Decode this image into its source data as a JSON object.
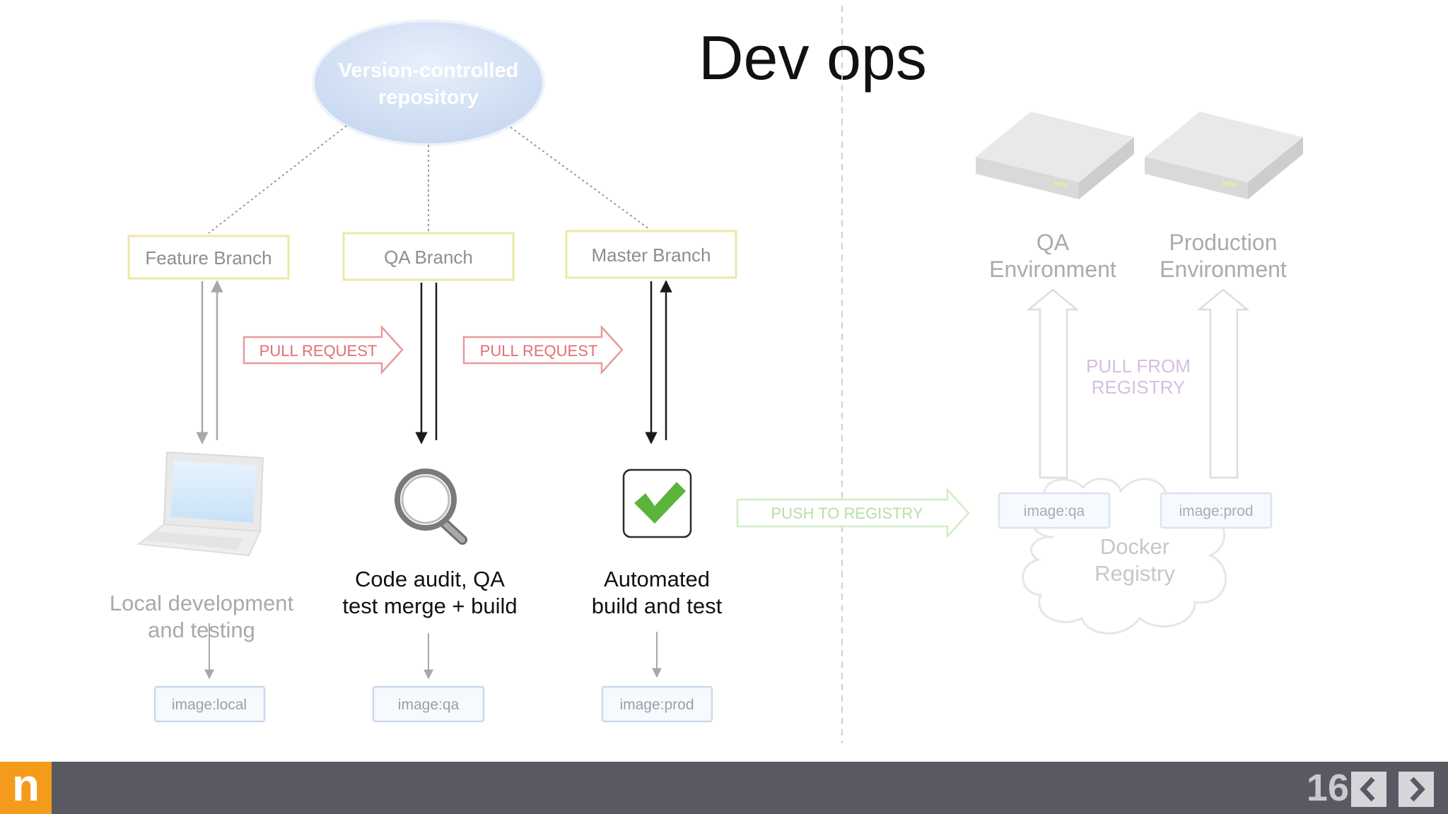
{
  "slide": {
    "title": "Dev ops",
    "page_number": "16"
  },
  "diagram": {
    "repository_label": [
      "Version-controlled",
      "repository"
    ],
    "branches": {
      "feature": "Feature Branch",
      "qa": "QA Branch",
      "master": "Master Branch"
    },
    "pull_request_1": "PULL REQUEST",
    "pull_request_2": "PULL REQUEST",
    "stages": {
      "local": [
        "Local development",
        "and testing"
      ],
      "audit": [
        "Code audit, QA",
        "test merge + build"
      ],
      "automated": [
        "Automated",
        "build and test"
      ]
    },
    "images": {
      "local": "image:local",
      "qa": "image:qa",
      "prod": "image:prod"
    },
    "push_to_registry": "PUSH TO REGISTRY",
    "environments": {
      "qa": [
        "QA",
        "Environment"
      ],
      "production": [
        "Production",
        "Environment"
      ]
    },
    "pull_from_registry": [
      "PULL FROM",
      "REGISTRY"
    ],
    "registry": {
      "label": [
        "Docker",
        "Registry"
      ],
      "image_qa": "image:qa",
      "image_prod": "image:prod"
    }
  },
  "colors": {
    "bar": "#585962",
    "logo": "#f59b1c",
    "pull_request": "#e89a9a",
    "push_to_registry": "#b6dfa6",
    "checkmark": "#5db43c"
  },
  "icons": [
    "laptop-icon",
    "magnifier-icon",
    "checkmark-icon",
    "server-icon",
    "cloud-icon",
    "chevron-left-icon",
    "chevron-right-icon"
  ]
}
